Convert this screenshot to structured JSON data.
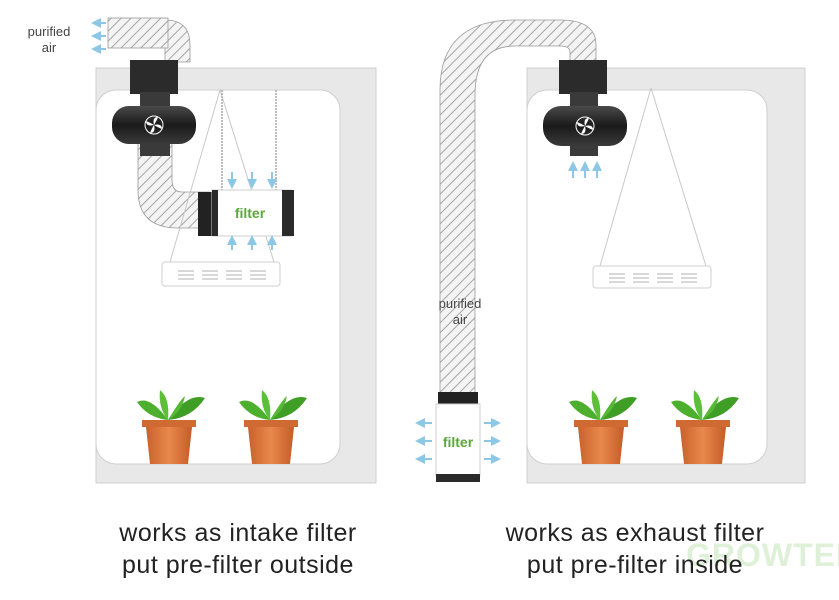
{
  "left_panel": {
    "purified_label_line1": "purified",
    "purified_label_line2": "air",
    "filter_label": "filter",
    "caption_line1": "works as intake filter",
    "caption_line2": "put pre-filter outside"
  },
  "right_panel": {
    "purified_label_line1": "purified",
    "purified_label_line2": "air",
    "filter_label": "filter",
    "caption_line1": "works as exhaust filter",
    "caption_line2": "put pre-filter inside"
  },
  "watermark": "GROWTEK",
  "colors": {
    "tent_fill": "#e9e9e9",
    "tent_inner": "#ffffff",
    "duct_stripe": "#9a9a9a",
    "fan_body": "#2a2a2a",
    "arrow_blue": "#8cc8e6",
    "leaf_green": "#4caf2e",
    "pot_orange": "#d9733a",
    "filter_text": "#5aa83a"
  },
  "icons": [
    "fan-icon",
    "plant-icon",
    "arrow-icon",
    "grow-light-icon"
  ]
}
